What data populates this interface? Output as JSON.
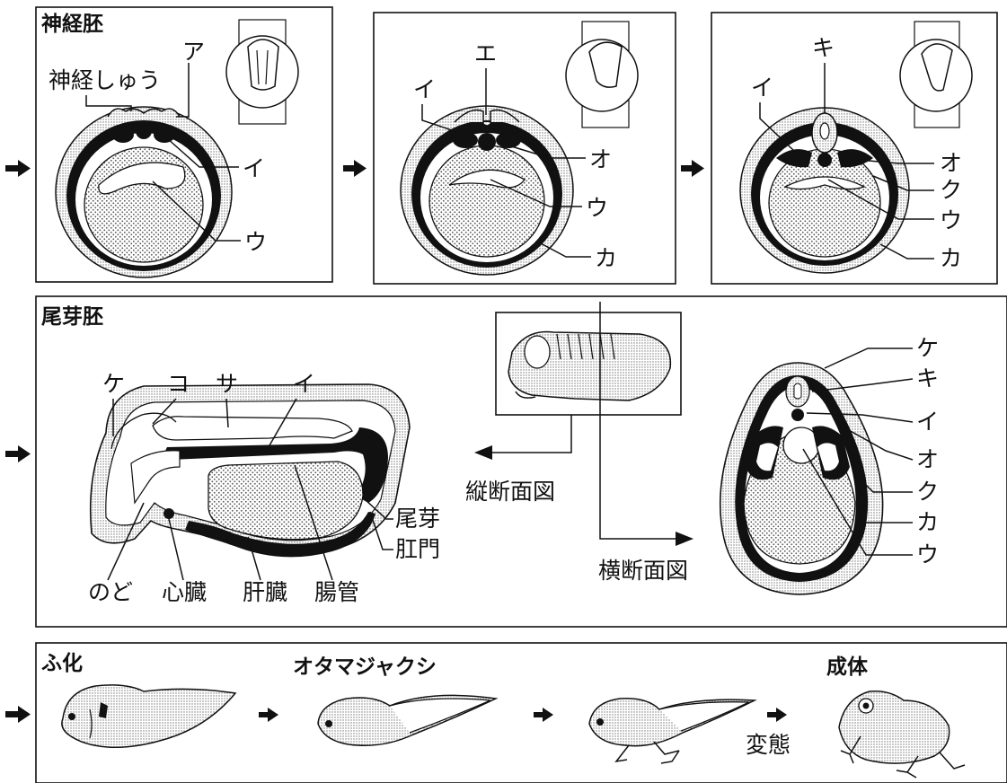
{
  "colors": {
    "ink": "#111111",
    "stipple": "#bdbdbd",
    "paper": "#ffffff"
  },
  "icons": [
    "arrow-right-icon",
    "arrow-left-icon"
  ],
  "panels": {
    "neurula": {
      "title": "神経胚",
      "stage1": {
        "a": "ア",
        "neural_fold": "神経しゅう",
        "i": "イ",
        "u": "ウ"
      },
      "stage2": {
        "e": "エ",
        "i": "イ",
        "o": "オ",
        "u": "ウ",
        "ka": "カ"
      },
      "stage3": {
        "ki": "キ",
        "i": "イ",
        "o": "オ",
        "ku": "ク",
        "u": "ウ",
        "ka": "カ"
      }
    },
    "tailbud": {
      "title": "尾芽胚",
      "top": {
        "ke": "ケ",
        "ko": "コ",
        "sa": "サ",
        "i": "イ"
      },
      "bottom": {
        "throat": "のど",
        "heart": "心臓",
        "liver": "肝臓",
        "gut": "腸管"
      },
      "right": {
        "tail_bud": "尾芽",
        "anus": "肛門"
      },
      "longitudinal": "縦断面図",
      "transverse": "横断面図",
      "cross": {
        "ke": "ケ",
        "ki": "キ",
        "i": "イ",
        "o": "オ",
        "ku": "ク",
        "ka": "カ",
        "u": "ウ"
      }
    },
    "development": {
      "hatching": "ふ化",
      "tadpole": "オタマジャクシ",
      "metamorphosis": "変態",
      "adult": "成体"
    }
  }
}
